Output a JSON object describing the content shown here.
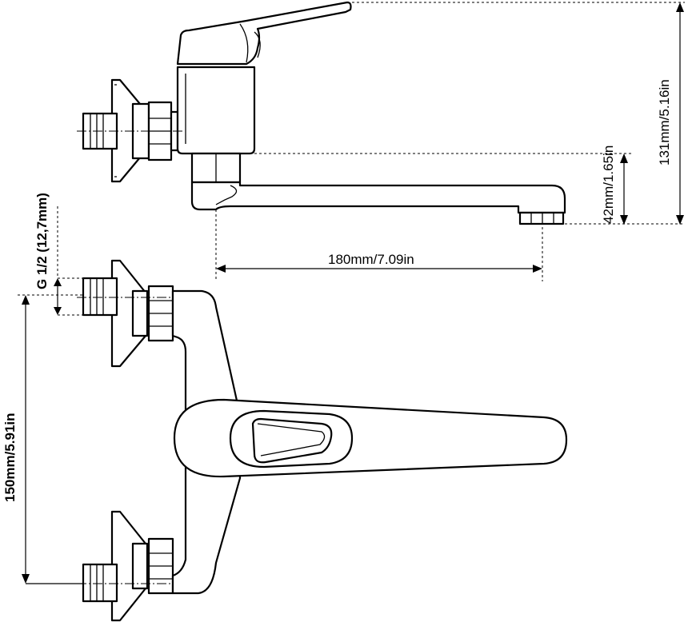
{
  "dimensions": {
    "total_height": "131mm/5.16in",
    "spout_height": "42mm/1.65in",
    "spout_reach": "180mm/7.09in",
    "inlet_spacing": "150mm/5.91in",
    "thread_size": "G 1/2 (12,7mm)"
  }
}
